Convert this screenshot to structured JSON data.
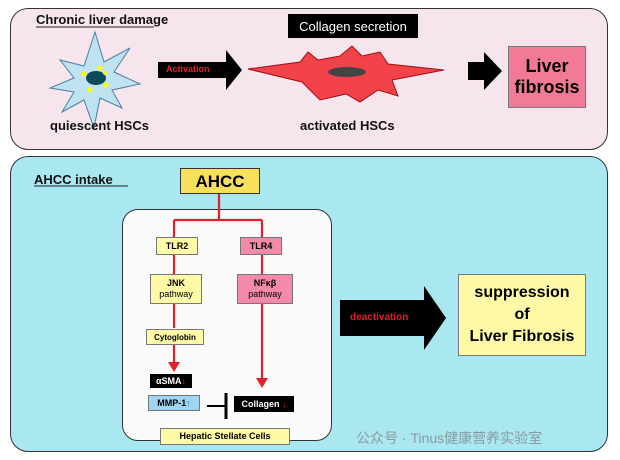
{
  "top": {
    "title": "Chronic liver damage",
    "collagen_label": "Collagen secretion",
    "activation": "Activation",
    "quiescent": "quiescent HSCs",
    "activated": "activated HSCs",
    "fibrosis_line1": "Liver",
    "fibrosis_line2": "fibrosis"
  },
  "bottom": {
    "title": "AHCC intake",
    "ahcc": "AHCC",
    "tlr2": "TLR2",
    "tlr4": "TLR4",
    "jnk1": "JNK",
    "jnk2": "pathway",
    "nfkb1": "NFκβ",
    "nfkb2": "pathway",
    "cytoglobin": "Cytoglobin",
    "asma": "αSMA",
    "down": "↓",
    "mmp": "MMP-1",
    "up": "↑",
    "collagen": "Collagen",
    "cells": "Hepatic Stellate Cells",
    "deactivation": "deactivation",
    "supp1": "suppression",
    "supp2": "of",
    "supp3": "Liver Fibrosis"
  },
  "watermark": "公众号 · Tinus健康营养实验室",
  "colors": {
    "top_bg": "#f7e5ee",
    "bottom_bg": "#a9e7f1",
    "arrow_red": "#e0202a",
    "yellow": "#fdf9a6",
    "pink": "#f48aa8"
  }
}
